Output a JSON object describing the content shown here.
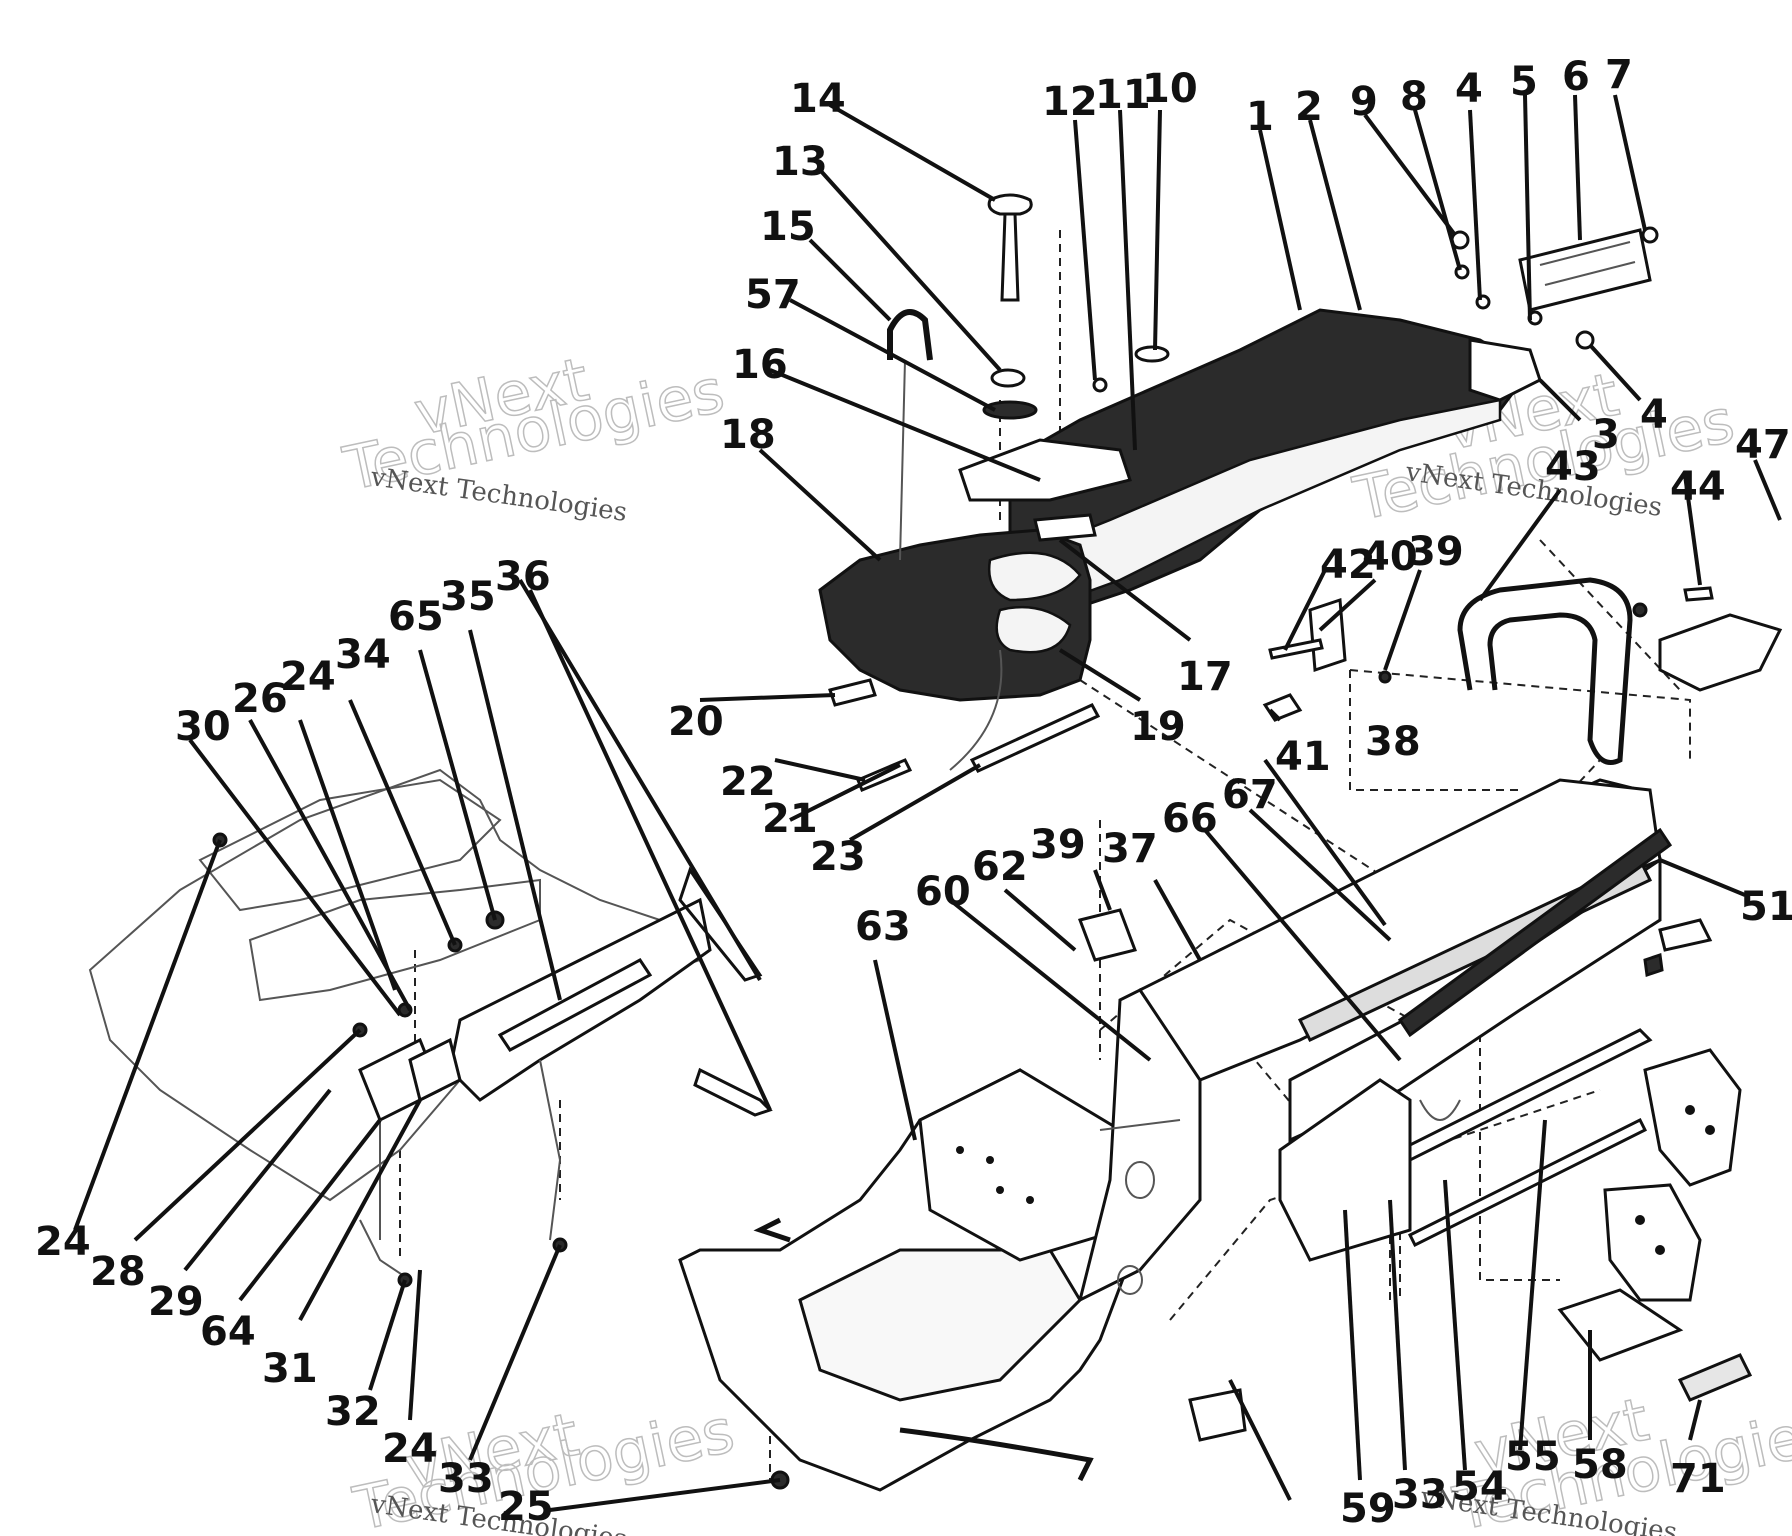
{
  "watermark": {
    "brand_line1": "vNext",
    "brand_line2": "Technologies",
    "caption": "vNext Technologies"
  },
  "callouts": [
    "14",
    "13",
    "15",
    "57",
    "16",
    "18",
    "12",
    "11",
    "10",
    "1",
    "2",
    "9",
    "8",
    "4",
    "5",
    "6",
    "7",
    "4",
    "3",
    "17",
    "19",
    "20",
    "22",
    "21",
    "23",
    "42",
    "40",
    "39",
    "43",
    "44",
    "47",
    "41",
    "38",
    "67",
    "66",
    "62",
    "39",
    "37",
    "60",
    "63",
    "51",
    "36",
    "35",
    "65",
    "34",
    "24",
    "26",
    "30",
    "24",
    "28",
    "29",
    "64",
    "31",
    "32",
    "24",
    "33",
    "25",
    "59",
    "33",
    "54",
    "55",
    "58",
    "71"
  ]
}
